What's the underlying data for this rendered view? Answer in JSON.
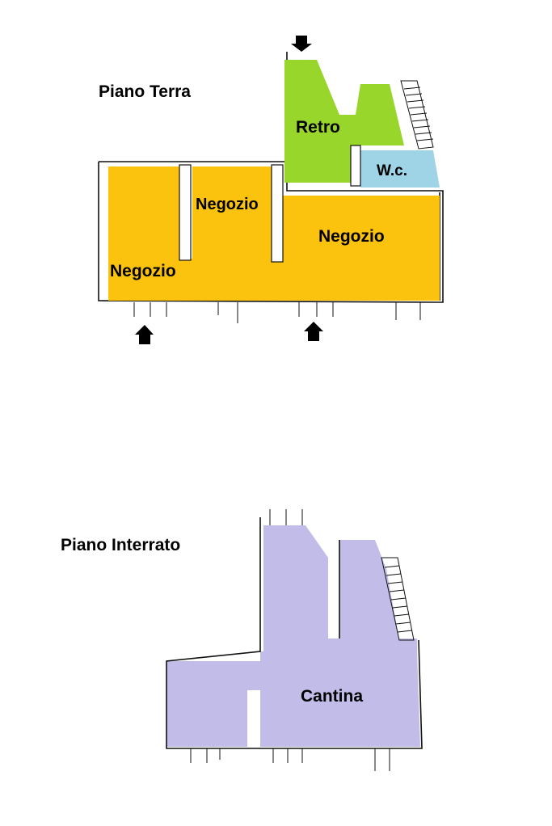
{
  "floors": [
    {
      "title": "Piano Terra",
      "rooms": [
        {
          "label": "Retro",
          "color": "#99d62b"
        },
        {
          "label": "W.c.",
          "color": "#9fd3e6"
        },
        {
          "label": "Negozio",
          "color": "#fbc20e"
        },
        {
          "label": "Negozio",
          "color": "#fbc20e"
        },
        {
          "label": "Negozio",
          "color": "#fbc20e"
        }
      ],
      "entrances": 3
    },
    {
      "title": "Piano Interrato",
      "rooms": [
        {
          "label": "Cantina",
          "color": "#c2bde8"
        }
      ]
    }
  ]
}
